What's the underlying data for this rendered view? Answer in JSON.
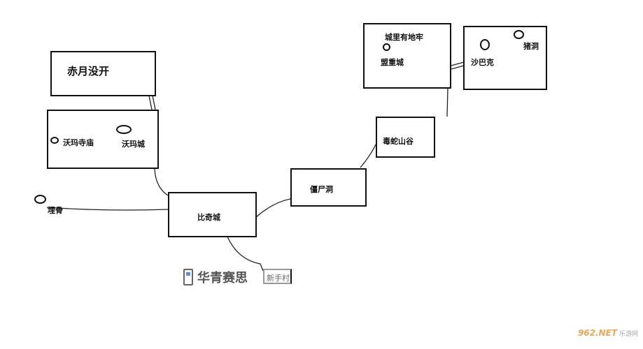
{
  "locations": {
    "chiyue": "赤月没开",
    "woma_temple": "沃玛寺庙",
    "woma_city": "沃玛城",
    "maigu": "埋骨",
    "biqi": "比奇城",
    "jiangshi": "僵尸洞",
    "dushe": "毒蛇山谷",
    "dungeon_note": "城里有地牢",
    "mengzhong": "盟重城",
    "shabake": "沙巴克",
    "zhudong": "猪洞",
    "xinshou": "新手村"
  },
  "watermark": {
    "brand": "华青赛思",
    "site": "962.NET",
    "site_cn": "乐游网"
  }
}
